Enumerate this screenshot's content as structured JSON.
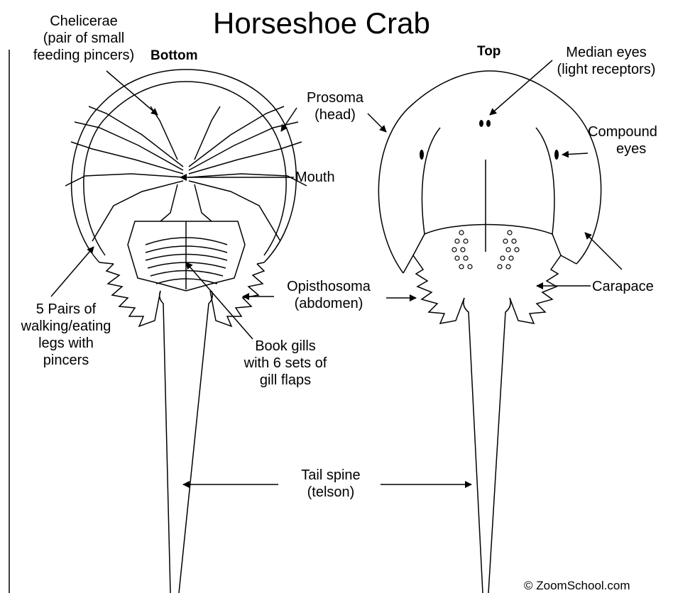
{
  "title": "Horseshoe Crab",
  "views": {
    "bottom": "Bottom",
    "top": "Top"
  },
  "labels": {
    "chelicerae": [
      "Chelicerae",
      "(pair  of small",
      "feeding pincers)"
    ],
    "prosoma": [
      "Prosoma",
      "(head)"
    ],
    "mouth": "Mouth",
    "median_eyes": [
      "Median eyes",
      "(light receptors)"
    ],
    "compound_eyes": [
      "Compound",
      "eyes"
    ],
    "legs": [
      "5 Pairs of",
      "walking/eating",
      "legs with",
      "pincers"
    ],
    "opisthosoma": [
      "Opisthosoma",
      "(abdomen)"
    ],
    "carapace": "Carapace",
    "book_gills": [
      "Book gills",
      "with 6 sets of",
      "gill flaps"
    ],
    "tail_spine": [
      "Tail spine",
      "(telson)"
    ]
  },
  "credit": "© ZoomSchool.com",
  "colors": {
    "line": "#000000",
    "background": "#ffffff"
  }
}
